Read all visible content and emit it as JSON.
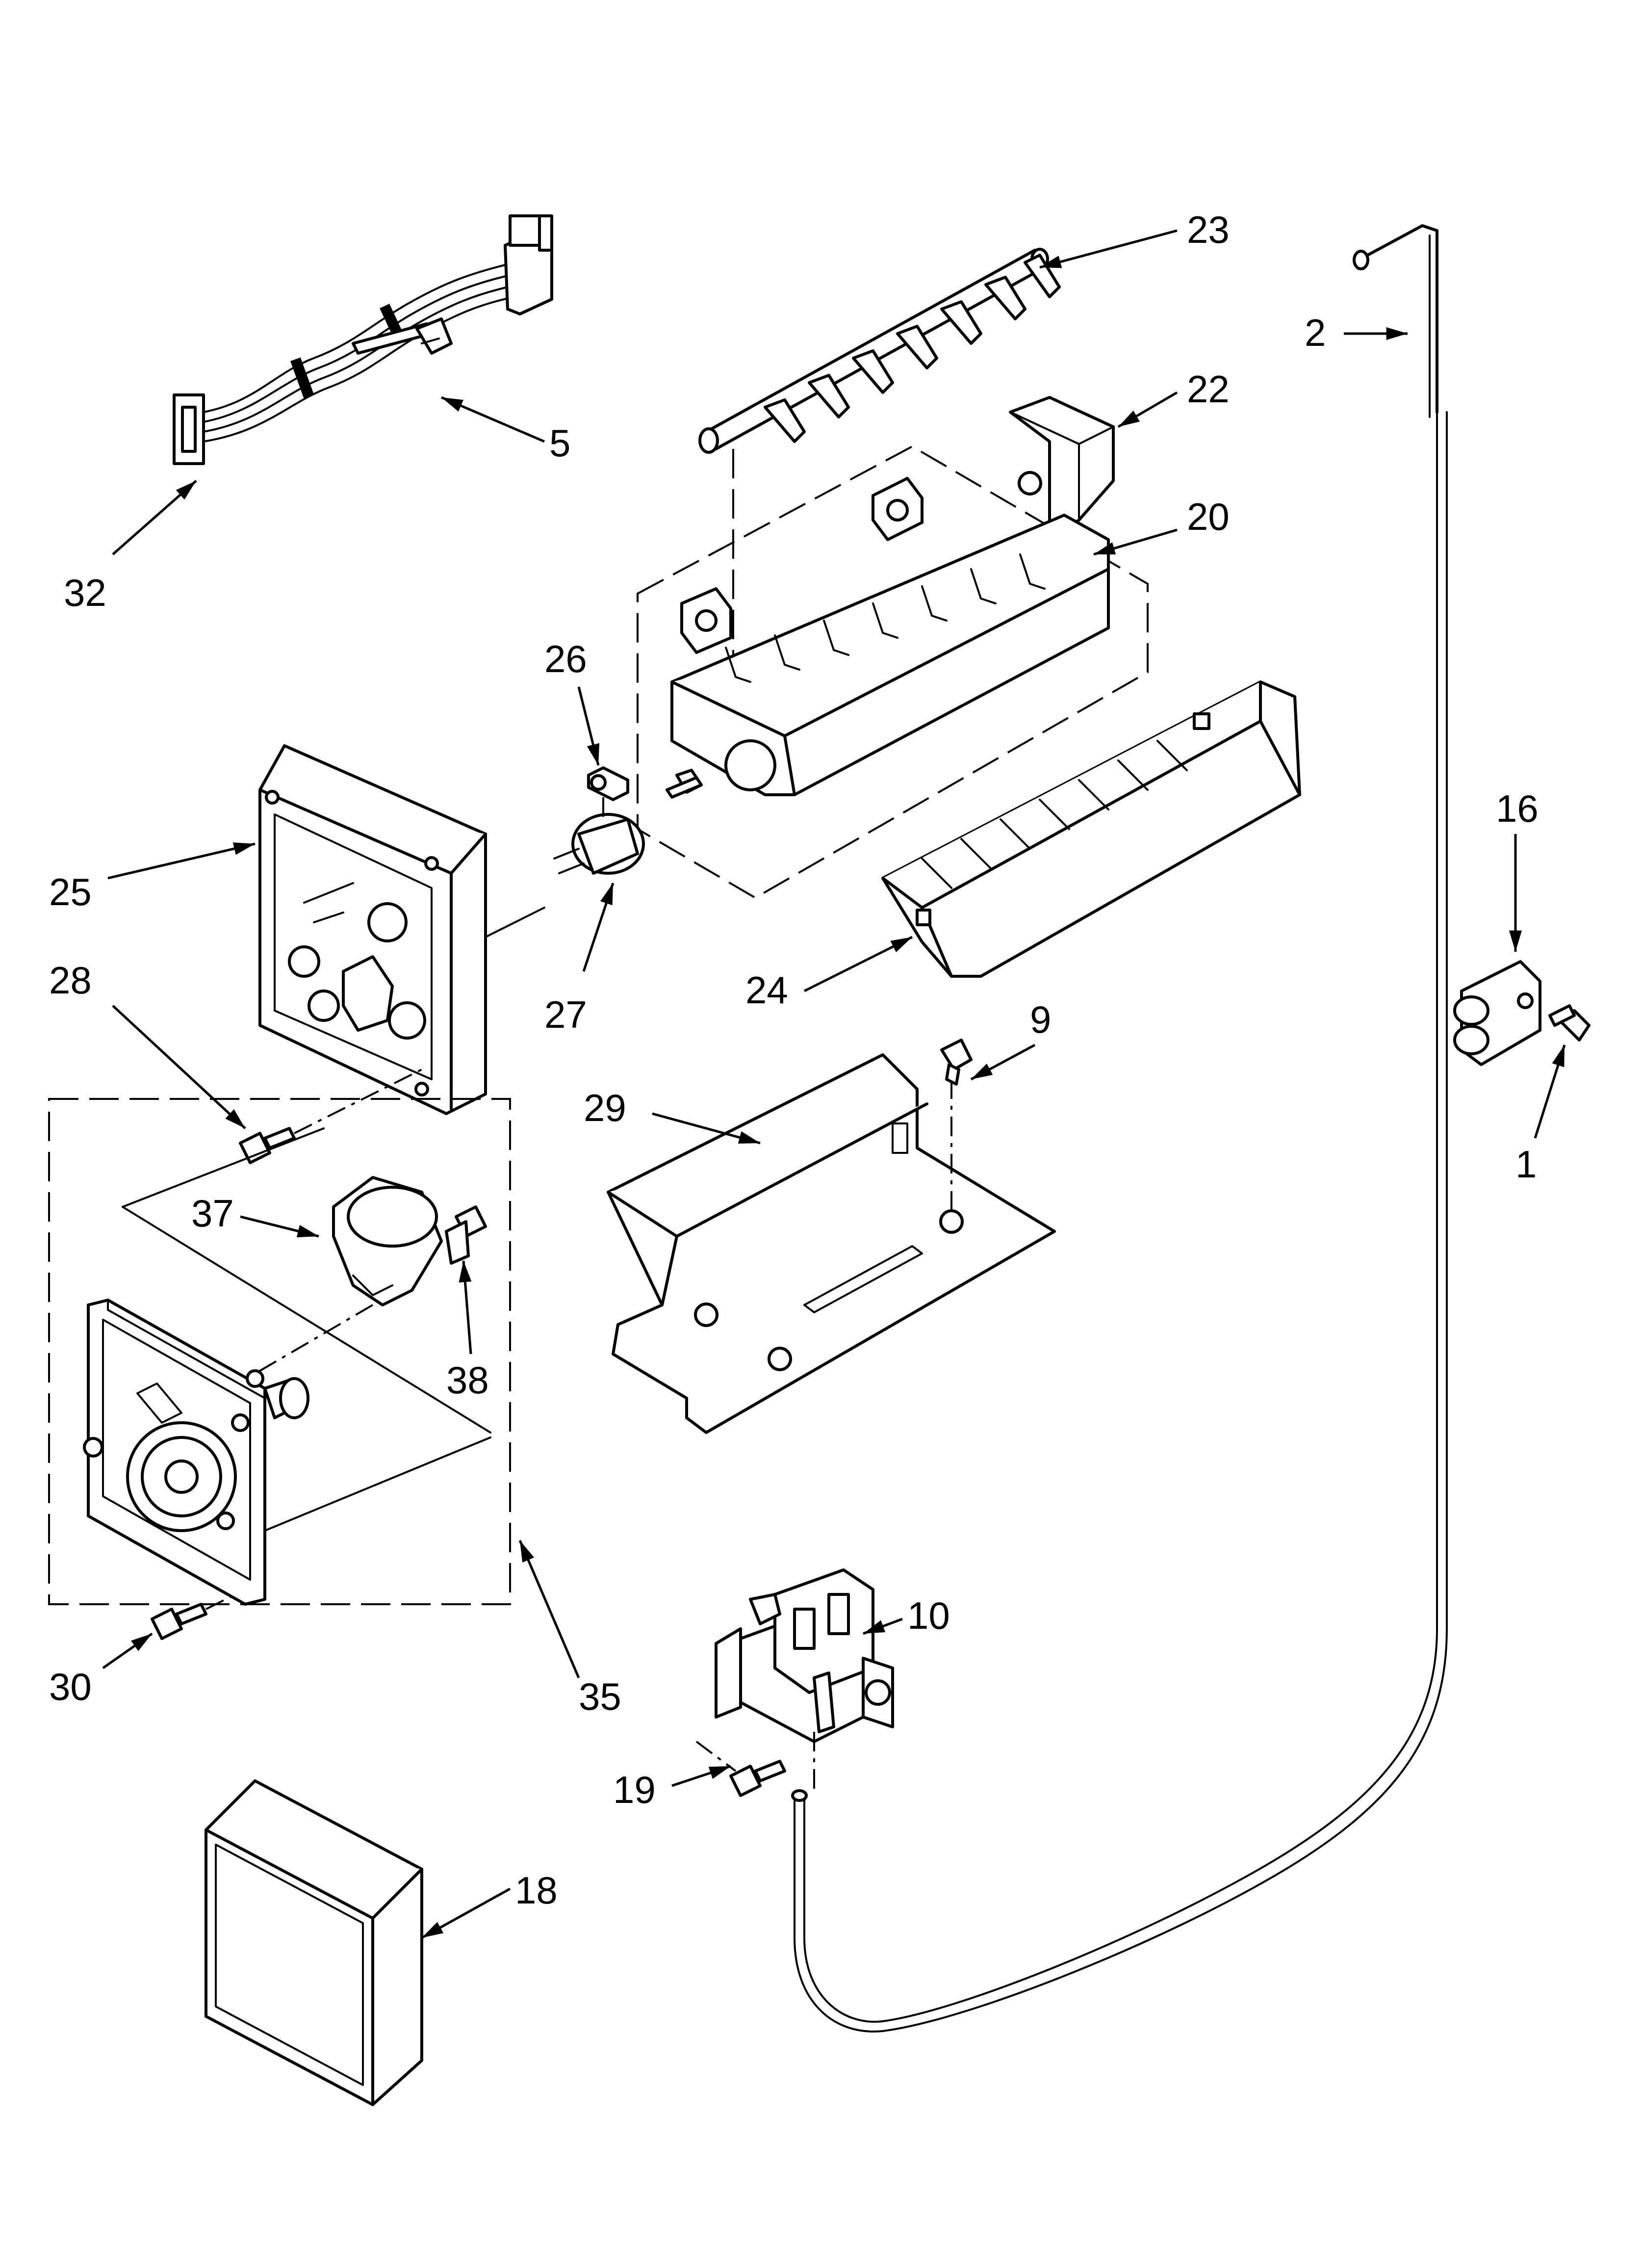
{
  "callouts": {
    "c1": "1",
    "c2": "2",
    "c5": "5",
    "c9": "9",
    "c10": "10",
    "c16": "16",
    "c18": "18",
    "c19": "19",
    "c20": "20",
    "c22": "22",
    "c23": "23",
    "c24": "24",
    "c25": "25",
    "c26": "26",
    "c27": "27",
    "c28": "28",
    "c29": "29",
    "c30": "30",
    "c32": "32",
    "c35": "35",
    "c37": "37",
    "c38": "38"
  }
}
